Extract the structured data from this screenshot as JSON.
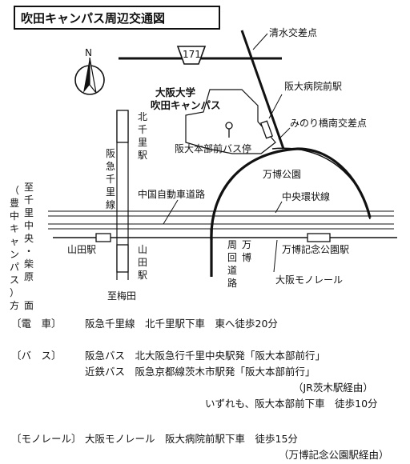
{
  "title": "吹田キャンパス周辺交通図",
  "compass": {
    "north_label": "N"
  },
  "labels": {
    "route_number": "171",
    "shimizu": "清水交差点",
    "campus_line1": "大阪大学",
    "campus_line2": "吹田キャンパス",
    "hospital_station": "阪大病院前駅",
    "minori": "みのり橋南交差点",
    "bus_stop": "阪大本部前バス停",
    "banpaku_park": "万博公園",
    "expressway": "中国自動車道路",
    "chuo_kanjo": "中央環状線",
    "yamada_station": "山田駅",
    "yamada_vertical": "山田駅",
    "banpaku_koen_station": "万博記念公園駅",
    "kitasenri_station": "北千里駅",
    "hankyu_senri_line": "阪急千里線",
    "to_umeda": "至梅田",
    "left_direction": "至千里中央・柴原",
    "left_direction_paren": "（豊中キャンパス）方面",
    "banpaku_shuukai": "万博周回道路",
    "osaka_monorail": "大阪モノレール"
  },
  "access": [
    {
      "mode": "〔電　車〕",
      "lines": [
        "阪急千里線　北千里駅下車　東へ徒歩20分"
      ]
    },
    {
      "mode": "〔バ　ス〕",
      "lines": [
        "阪急バス　北大阪急行千里中央駅発「阪大本部前行」",
        "近鉄バス　阪急京都線茨木市駅発「阪大本部前行」",
        "（JR茨木駅経由）",
        "いずれも、阪大本部前下車　徒歩10分"
      ]
    },
    {
      "mode": "〔モノレール〕",
      "lines": [
        "大阪モノレール　阪大病院前駅下車　徒歩15分",
        "（万博記念公園駅経由）"
      ]
    }
  ]
}
